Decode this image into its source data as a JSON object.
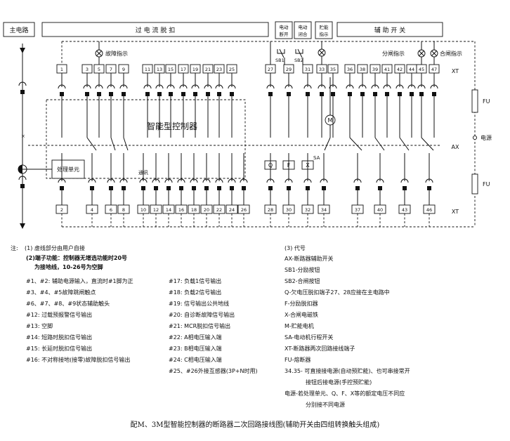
{
  "headers": {
    "main_circuit": "主电路",
    "trip_coil": "过 电 流 脱 扣",
    "elec_open": [
      "电动",
      "断开"
    ],
    "elec_close": [
      "电动",
      "闭合"
    ],
    "energy_store": [
      "贮能",
      "指示"
    ],
    "aux_switch": "辅 助 开 关"
  },
  "labels": {
    "fault_indicator": "故障指示",
    "open_indicator": "分闸指示",
    "close_indicator": "合闸指示",
    "controller": "智能型控制器",
    "processing_unit": "处理单元",
    "comm": "通讯",
    "power_source": "电源",
    "sb1": "SB1",
    "sb2": "SB2",
    "sa": "SA",
    "motor": "M",
    "xt_top": "XT",
    "xt_bottom": "XT",
    "fu_top": "FU",
    "fu_bottom": "FU",
    "ax": "AX"
  },
  "top_terminals": [
    "1",
    "3",
    "5",
    "7",
    "9",
    "11",
    "13",
    "15",
    "17",
    "19",
    "21",
    "23",
    "25",
    "27",
    "29",
    "31",
    "33",
    "35",
    "36",
    "38",
    "39",
    "41",
    "42",
    "44",
    "45",
    "47"
  ],
  "bottom_terminals": [
    "2",
    "4",
    "6",
    "8",
    "10",
    "12",
    "14",
    "16",
    "18",
    "20",
    "22",
    "24",
    "26",
    "28",
    "30",
    "32",
    "34",
    "37",
    "40",
    "43",
    "46"
  ],
  "coils": [
    "Q",
    "F",
    "X"
  ],
  "notes_left": {
    "prefix": "注:",
    "n1": "(1) 虚线部分由用户自接",
    "n2a": "(2)端子功能：控制器无增选功能时20号",
    "n2b": "为接地线，10-26号为空脚",
    "items": [
      "#1、#2: 辅助电源输入，直流时#1脚为正",
      "#3、#4、#5故障跳闸触点",
      "#6、#7、#8、#9状态辅助触头",
      "#12: 过载预报警信号输出",
      "#13: 空脚",
      "#14: 短路时脱扣信号输出",
      "#15: 长延时脱扣信号输出",
      "#16: 不对称接地(接零)故障脱扣信号输出"
    ]
  },
  "notes_mid": [
    "#17: 负载1信号输出",
    "#18: 负载2信号输出",
    "#19: 信号输出公共地线",
    "#20: 自诊断故障信号输出",
    "#21: MCR脱扣信号输出",
    "#22: A相电压输入端",
    "#23: B相电压输入端",
    "#24: C相电压输入端",
    "#25、#26外接互感器(3P+N时用)"
  ],
  "notes_right": {
    "title": "(3) 代号",
    "items": [
      "AX-断路器辅助开关",
      "SB1-分励按钮",
      "SB2-合闸按钮",
      "Q-欠电压脱扣端子27、28应接在主电路中",
      "F-分励脱扣器",
      "X-合闸电磁铁",
      "M-贮能电机",
      "SA-电动机行程开关",
      "XT-断路器两次回路接线端子",
      "FU-熔断器",
      "34.35- 可直接接电源(自动预贮能)、也可串接常开",
      "接钮后接电源(手控预贮能)",
      "电源-若处理单元、Q、F、X等的额定电压不同应",
      "分别接不同电源"
    ]
  },
  "caption": "配M、3M型智能控制器的断路器二次回路接线图(辅助开关由四组转换触头组成)",
  "colors": {
    "line": "#111111",
    "background": "#ffffff"
  }
}
